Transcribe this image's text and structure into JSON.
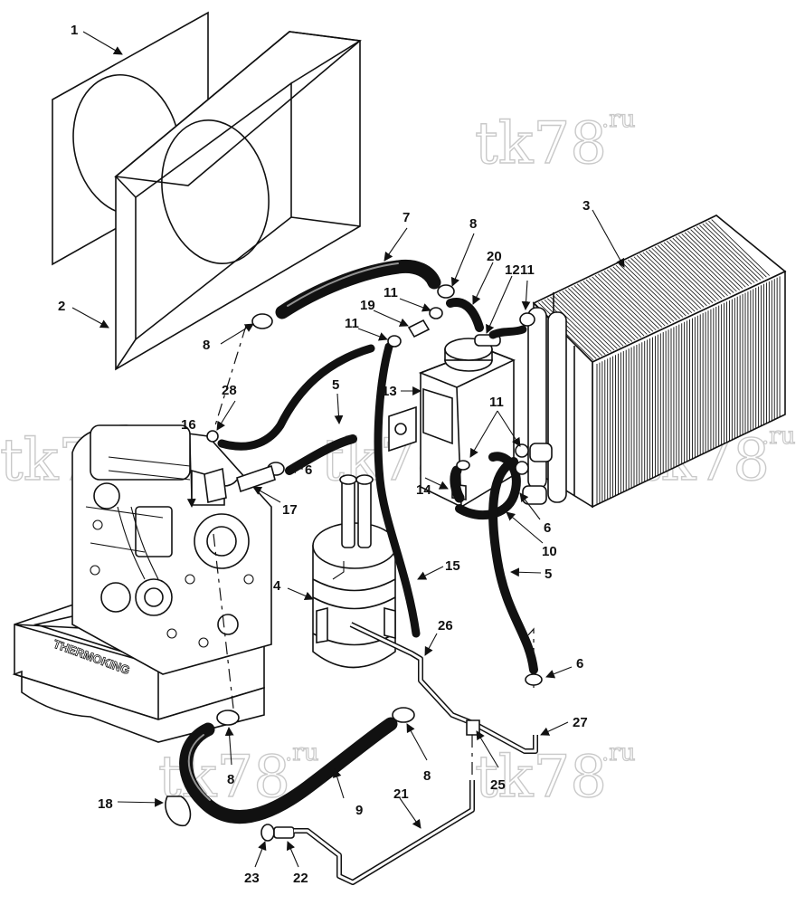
{
  "watermark": {
    "main": "tk78",
    "suffix": ".ru"
  },
  "engine_brand": "THERMOKING",
  "callouts": {
    "c1": "1",
    "c2": "2",
    "c3": "3",
    "c4": "4",
    "c5a": "5",
    "c5b": "5",
    "c6a": "6",
    "c6b": "6",
    "c6c": "6",
    "c7": "7",
    "c8a": "8",
    "c8b": "8",
    "c8c": "8",
    "c8d": "8",
    "c9": "9",
    "c10": "10",
    "c11a": "11",
    "c11b": "11",
    "c11c": "11",
    "c11d": "11",
    "c12": "12",
    "c13": "13",
    "c14": "14",
    "c15": "15",
    "c16": "16",
    "c17": "17",
    "c18": "18",
    "c19": "19",
    "c20": "20",
    "c21": "21",
    "c22": "22",
    "c23": "23",
    "c25": "25",
    "c26": "26",
    "c27": "27",
    "c28": "28"
  }
}
